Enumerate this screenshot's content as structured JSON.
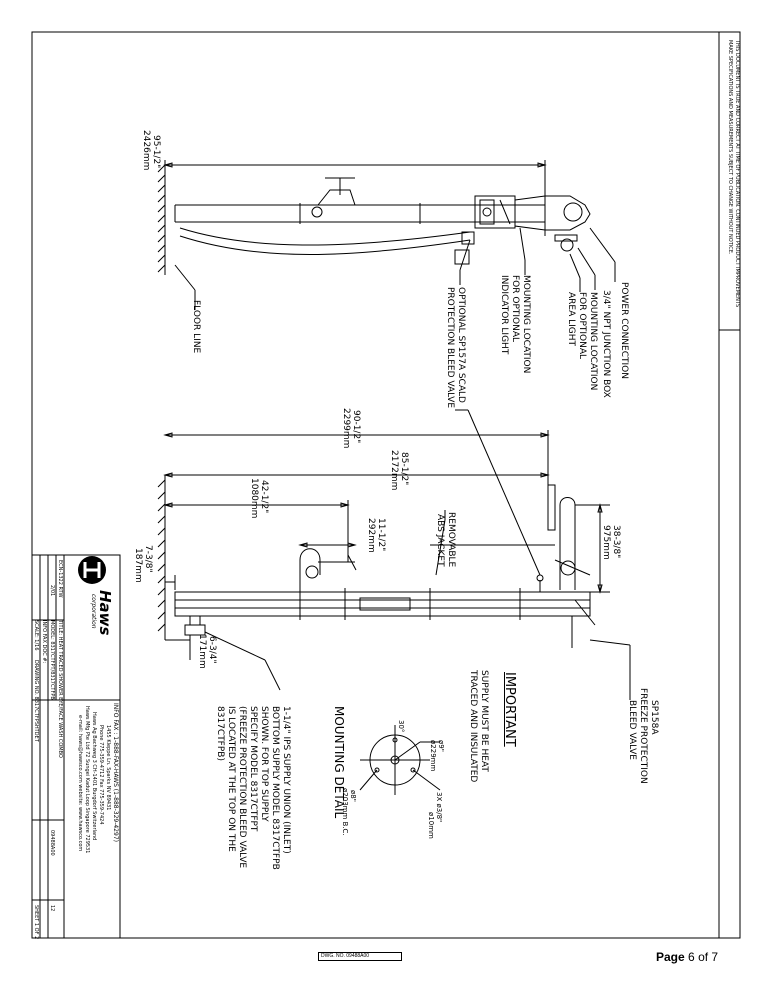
{
  "page": {
    "label": "Page",
    "current": "6",
    "of": "of 7"
  },
  "notice": {
    "line1": "THIS DOCUMENT IS TRUE AND CORRECT AT TIME OF PUBLICATION. CONTINUED PRODUCT IMPROVEMENTS",
    "line2": "MAKE SPECIFICATIONS AND MEASUREMENTS SUBJECT TO CHANGE WITHOUT NOTICE."
  },
  "top_view": {
    "dim_height": "95-1/2\"",
    "dim_height_mm": "2426mm",
    "floor_line": "FLOOR LINE",
    "power_connection": "POWER CONNECTION",
    "junction_box": "3/4\" NPT JUNCTION BOX",
    "area_light": [
      "MOUNTING LOCATION",
      "FOR OPTIONAL",
      "AREA LIGHT"
    ],
    "indicator_light": [
      "MOUNTING LOCATION",
      "FOR OPTIONAL",
      "INDICATOR LIGHT"
    ],
    "scald_valve": [
      "OPTIONAL SP157A SCALD",
      "PROTECTION BLEED VALVE"
    ]
  },
  "side_view": {
    "dim_total": "90-1/2\"",
    "dim_total_mm": "2299mm",
    "dim_shower": "85-1/2\"",
    "dim_shower_mm": "2172mm",
    "dim_eyewash": "42-1/2\"",
    "dim_eyewash_mm": "1080mm",
    "dim_offset": "11-1/2\"",
    "dim_offset_mm": "292mm",
    "dim_base": "7-3/8\"",
    "dim_base_mm": "187mm",
    "dim_inlet": "6-3/4\"",
    "dim_inlet_mm": "171mm",
    "dim_reach": "38-3/8\"",
    "dim_reach_mm": "975mm",
    "abs_jacket": [
      "REMOVABLE",
      "ABS JACKET"
    ],
    "freeze_valve": [
      "SP158A",
      "FREEZE PROTECTION",
      "BLEED VALVE"
    ]
  },
  "important": {
    "title": "IMPORTANT",
    "lines": [
      "SUPPLY MUST BE HEAT",
      "TRACED AND INSULATED"
    ]
  },
  "mounting_detail": {
    "title": "MOUNTING DETAIL",
    "dia_outer": "ø9\"",
    "dia_outer_mm": "ø229mm",
    "bolt_circle": "ø8\"",
    "bolt_circle_mm": "ø203mm B.C.",
    "holes": "3X  ø3/8\"",
    "holes_mm": "ø10mm",
    "angle": "30°"
  },
  "inlet_note": [
    "1-1/4\" IPS SUPPLY UNION (INLET)",
    "BOTTOM SUPPLY MODEL 8317CTFPB",
    "SHOWN. FOR TOP SUPPLY",
    "SPECIFY MODEL 8317CTFPT",
    "(FREEZE PROTECTION BLEED VALVE",
    "IS LOCATED AT THE TOP ON THE",
    "8317CTFPB)"
  ],
  "title_block": {
    "brand": "Haws",
    "brand_sub": "corporation",
    "info_fax": "INFO FAX : 1-888-FAX-HAWS (1-888-329-4297)",
    "address": "1455 Kleppe Ln. Sparks NV 89431",
    "phone": "Phone 775-359-4712  Fax 775-359-7424",
    "europe": "Haws Ag Bachweg 3 CH-1401 Burgdorf Switzerland",
    "asia": "Haws Mfg Pte Ltd 72 Sungei Kadut Loop Singapore 729531",
    "web": "e-mail: haws@hawsco.com   website: www.hawsco.com",
    "title": "TITLE: HEAT TRACED SHOWER EYE/FACE WASH COMBO",
    "model": "MODEL: 8317CTFPT/8317CTFPB",
    "info_fax_doc": "INFO FAX DOC #:",
    "scale": "SCALE: 1/16",
    "drawing_no": "DRAWING NO. 8317CTFPSHTDET",
    "part_no": "09488A00",
    "rev": "12",
    "sheet": "SHEET 1 OF 2",
    "date": "2/01",
    "ecn": "ECN-1322 RTW"
  },
  "footer_drawing_no": "DWG. NO.  09488A00"
}
